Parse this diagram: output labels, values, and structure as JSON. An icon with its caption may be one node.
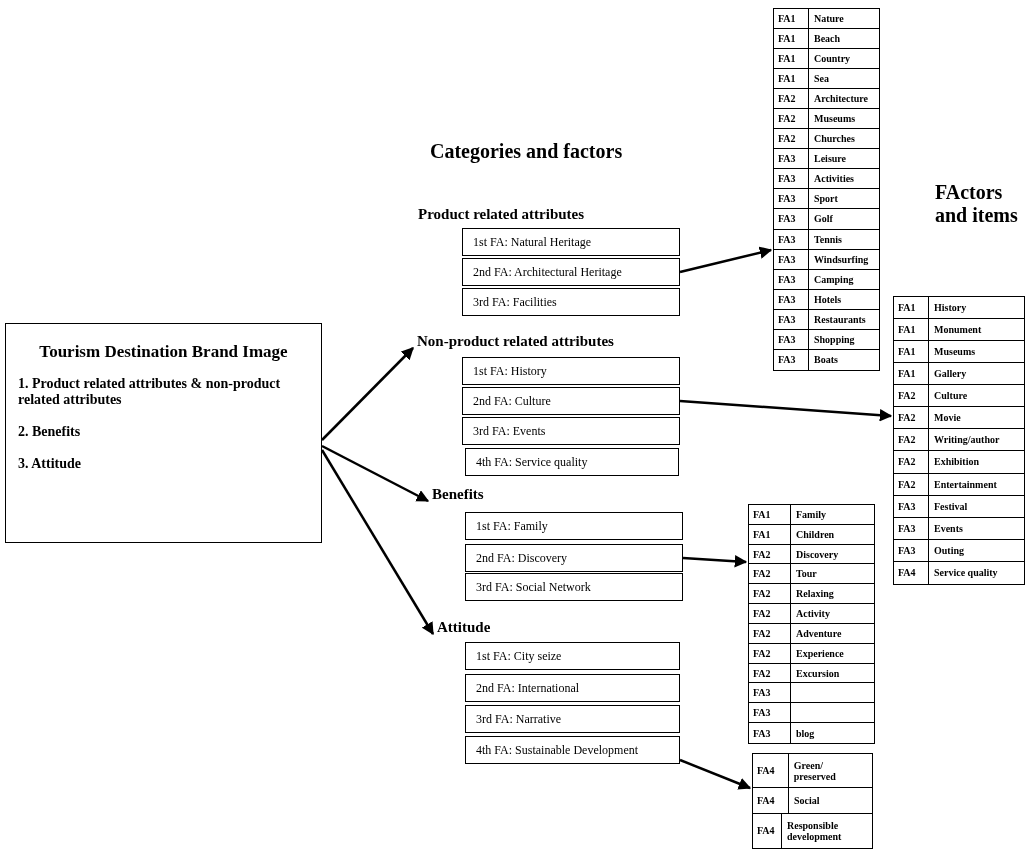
{
  "diagram": {
    "nodes": [
      {
        "text": [
          "Tourism Destination Brand Image",
          "1. Product related attributes & non-product related attributes",
          "2. Benefits",
          "3. Attitude"
        ]
      },
      {
        "text": [
          "Product related attributes"
        ]
      },
      {
        "text": [
          "1st FA: Natural Heritage"
        ]
      },
      {
        "text": [
          "2nd FA: Architectural Heritage"
        ]
      },
      {
        "text": [
          "3rd FA: Facilities"
        ]
      },
      {
        "text": [
          "Non-product related attributes"
        ]
      },
      {
        "text": [
          "1st FA: History"
        ]
      },
      {
        "text": [
          "2nd FA: Culture"
        ]
      },
      {
        "text": [
          "3rd FA: Events"
        ]
      },
      {
        "text": [
          "4th FA: Service quality"
        ]
      },
      {
        "text": [
          "Benefits"
        ]
      },
      {
        "text": [
          "1st FA: Family"
        ]
      },
      {
        "text": [
          "2nd FA: Discovery"
        ]
      },
      {
        "text": [
          "3rd FA: Social Network"
        ]
      },
      {
        "text": [
          "Attitude"
        ]
      },
      {
        "text": [
          "1st FA: City seize"
        ]
      },
      {
        "text": [
          "2nd FA: International"
        ]
      },
      {
        "text": [
          "3rd FA: Narrative"
        ]
      },
      {
        "text": [
          "4th FA: Sustainable Development"
        ]
      },
      {
        "text": [
          "FA1",
          "Nature",
          "FA1",
          "Beach",
          "FA1",
          "Country",
          "FA1",
          "Sea",
          "FA2",
          "Architecture",
          "FA2",
          "Museums",
          "FA2",
          "Churches",
          "FA3",
          "Leisure",
          "FA3",
          "Activities",
          "FA3",
          "Sport",
          "FA3",
          "Golf",
          "FA3",
          "Tennis",
          "FA3",
          "Windsurfing",
          "FA3",
          "Camping",
          "FA3",
          "Hotels",
          "FA3",
          "Restaurants",
          "FA3",
          "Shopping",
          "FA3",
          "Boats"
        ]
      },
      {
        "text": [
          "FA1",
          "History",
          "FA1",
          "Monument",
          "FA1",
          "Museums",
          "FA1",
          "Gallery",
          "FA2",
          "Culture",
          "FA2",
          "Movie",
          "FA2",
          "Writing/author",
          "FA2",
          "Exhibition",
          "FA2",
          "Entertainment",
          "FA3",
          "Festival",
          "FA3",
          "Events",
          "FA3",
          "Outing",
          "FA4",
          "Service quality"
        ]
      },
      {
        "text": [
          "FA1",
          "Family",
          "FA1",
          "Children",
          "FA2",
          "Discovery",
          "FA2",
          "Tour",
          "FA2",
          "Relaxing",
          "FA2",
          "Activity",
          "FA2",
          "Adventure",
          "FA2",
          "Experience",
          "FA2",
          "Excursion",
          "FA3",
          "FA3",
          "FA3",
          "blog"
        ]
      },
      {
        "text": [
          "FA4",
          "Green/ preserved",
          "FA4",
          "Social",
          "FA4",
          "Responsible development"
        ]
      }
    ],
    "edges": [
      {
        "from": 0,
        "to": 5,
        "arrow": "to"
      },
      {
        "from": 0,
        "to": 10,
        "arrow": "to"
      },
      {
        "from": 0,
        "to": 14,
        "arrow": "to"
      },
      {
        "from": 3,
        "to": 19,
        "arrow": "to"
      },
      {
        "from": 7,
        "to": 20,
        "arrow": "to"
      },
      {
        "from": 12,
        "to": 21,
        "arrow": "to"
      },
      {
        "from": 18,
        "to": 22,
        "arrow": "to"
      }
    ],
    "labels": [
      "Categories and factors",
      "FActors and items"
    ]
  }
}
